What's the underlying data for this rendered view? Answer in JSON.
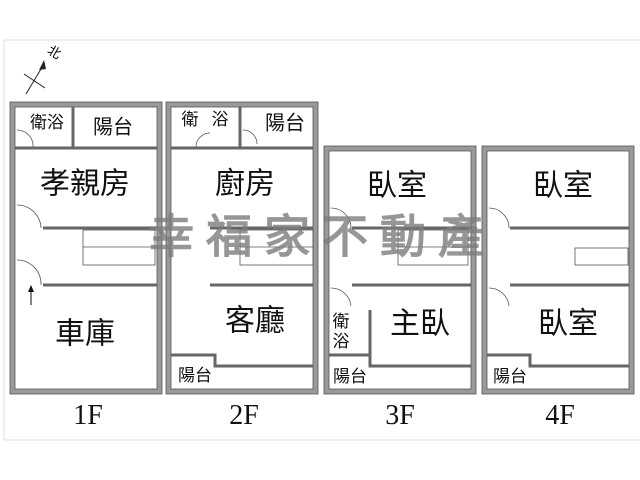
{
  "compass": {
    "label": "北"
  },
  "watermark": "幸福家不動產",
  "floors": [
    {
      "label": "1F",
      "rooms": [
        "衛浴",
        "陽台",
        "孝親房",
        "車庫"
      ]
    },
    {
      "label": "2F",
      "rooms": [
        "衛",
        "浴",
        "陽台",
        "廚房",
        "客廳",
        "陽台"
      ]
    },
    {
      "label": "3F",
      "rooms": [
        "臥室",
        "衛",
        "浴",
        "主臥",
        "陽台"
      ]
    },
    {
      "label": "4F",
      "rooms": [
        "臥室",
        "臥室",
        "陽台"
      ]
    }
  ]
}
